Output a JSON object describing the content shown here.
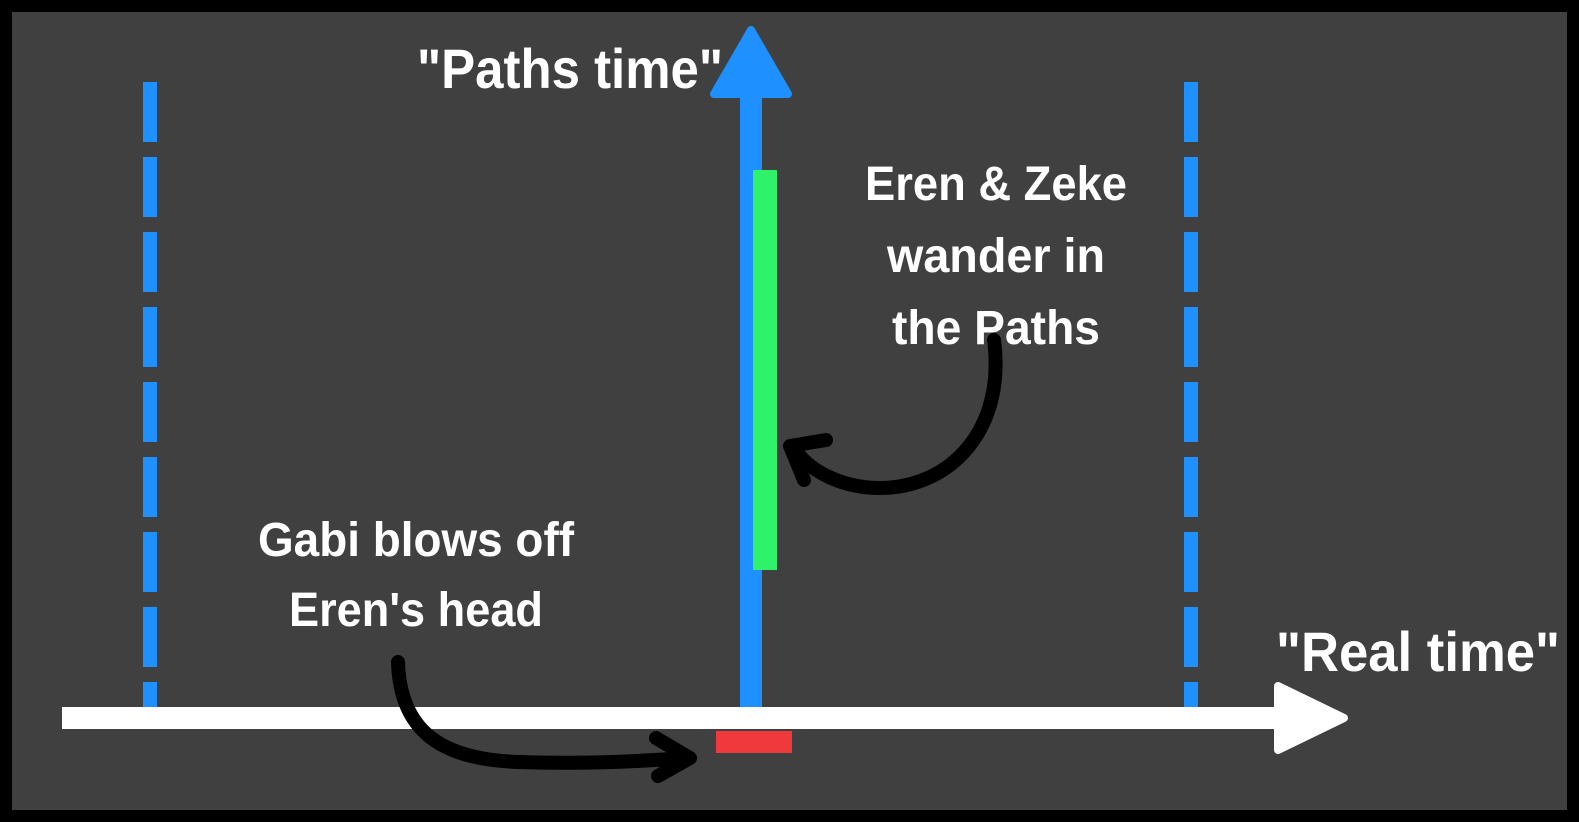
{
  "colors": {
    "frame": "#000000",
    "panel": "#404040",
    "axis": "#ffffff",
    "paths_axis": "#1e90ff",
    "paths_segment": "#2ef26a",
    "event_marker": "#f0393c",
    "annotation_arrow": "#000000",
    "text": "#ffffff"
  },
  "labels": {
    "paths_time": "\"Paths time\"",
    "real_time": "\"Real time\"",
    "eren_zeke_lines": [
      "Eren & Zeke",
      "wander in",
      "the Paths"
    ],
    "gabi_lines": [
      "Gabi blows off",
      "Eren's head"
    ]
  }
}
